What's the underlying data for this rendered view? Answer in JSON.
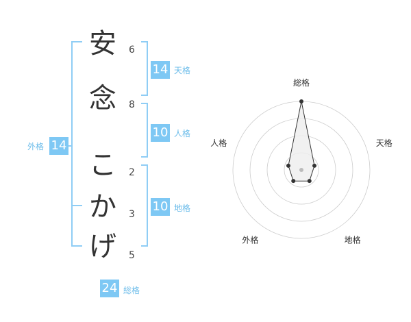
{
  "name": {
    "characters": [
      {
        "char": "安",
        "strokes": "6"
      },
      {
        "char": "念",
        "strokes": "8"
      },
      {
        "char": "こ",
        "strokes": "2"
      },
      {
        "char": "か",
        "strokes": "3"
      },
      {
        "char": "げ",
        "strokes": "5"
      }
    ]
  },
  "kaku": {
    "tenkaku": {
      "value": "14",
      "label": "天格"
    },
    "jinkaku": {
      "value": "10",
      "label": "人格"
    },
    "chikaku": {
      "value": "10",
      "label": "地格"
    },
    "gaikaku": {
      "value": "14",
      "label": "外格"
    },
    "soukaku": {
      "value": "24",
      "label": "総格"
    }
  },
  "chart_data": {
    "type": "radar",
    "axes": [
      "総格",
      "天格",
      "地格",
      "外格",
      "人格"
    ],
    "values": [
      5,
      1,
      1,
      1,
      1
    ],
    "max": 5,
    "rings": 4,
    "colors": {
      "stroke": "#333333",
      "fill": "#eeeeee",
      "grid": "#cccccc",
      "center": "#bbbbbb"
    }
  }
}
